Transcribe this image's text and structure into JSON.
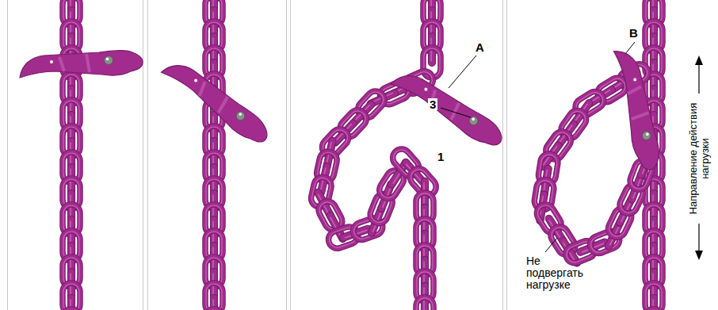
{
  "diagram": {
    "labels": [
      "A",
      "3",
      "1",
      "B",
      "Не подвергать нагрузке",
      "Направление действия нагрузки"
    ]
  }
}
